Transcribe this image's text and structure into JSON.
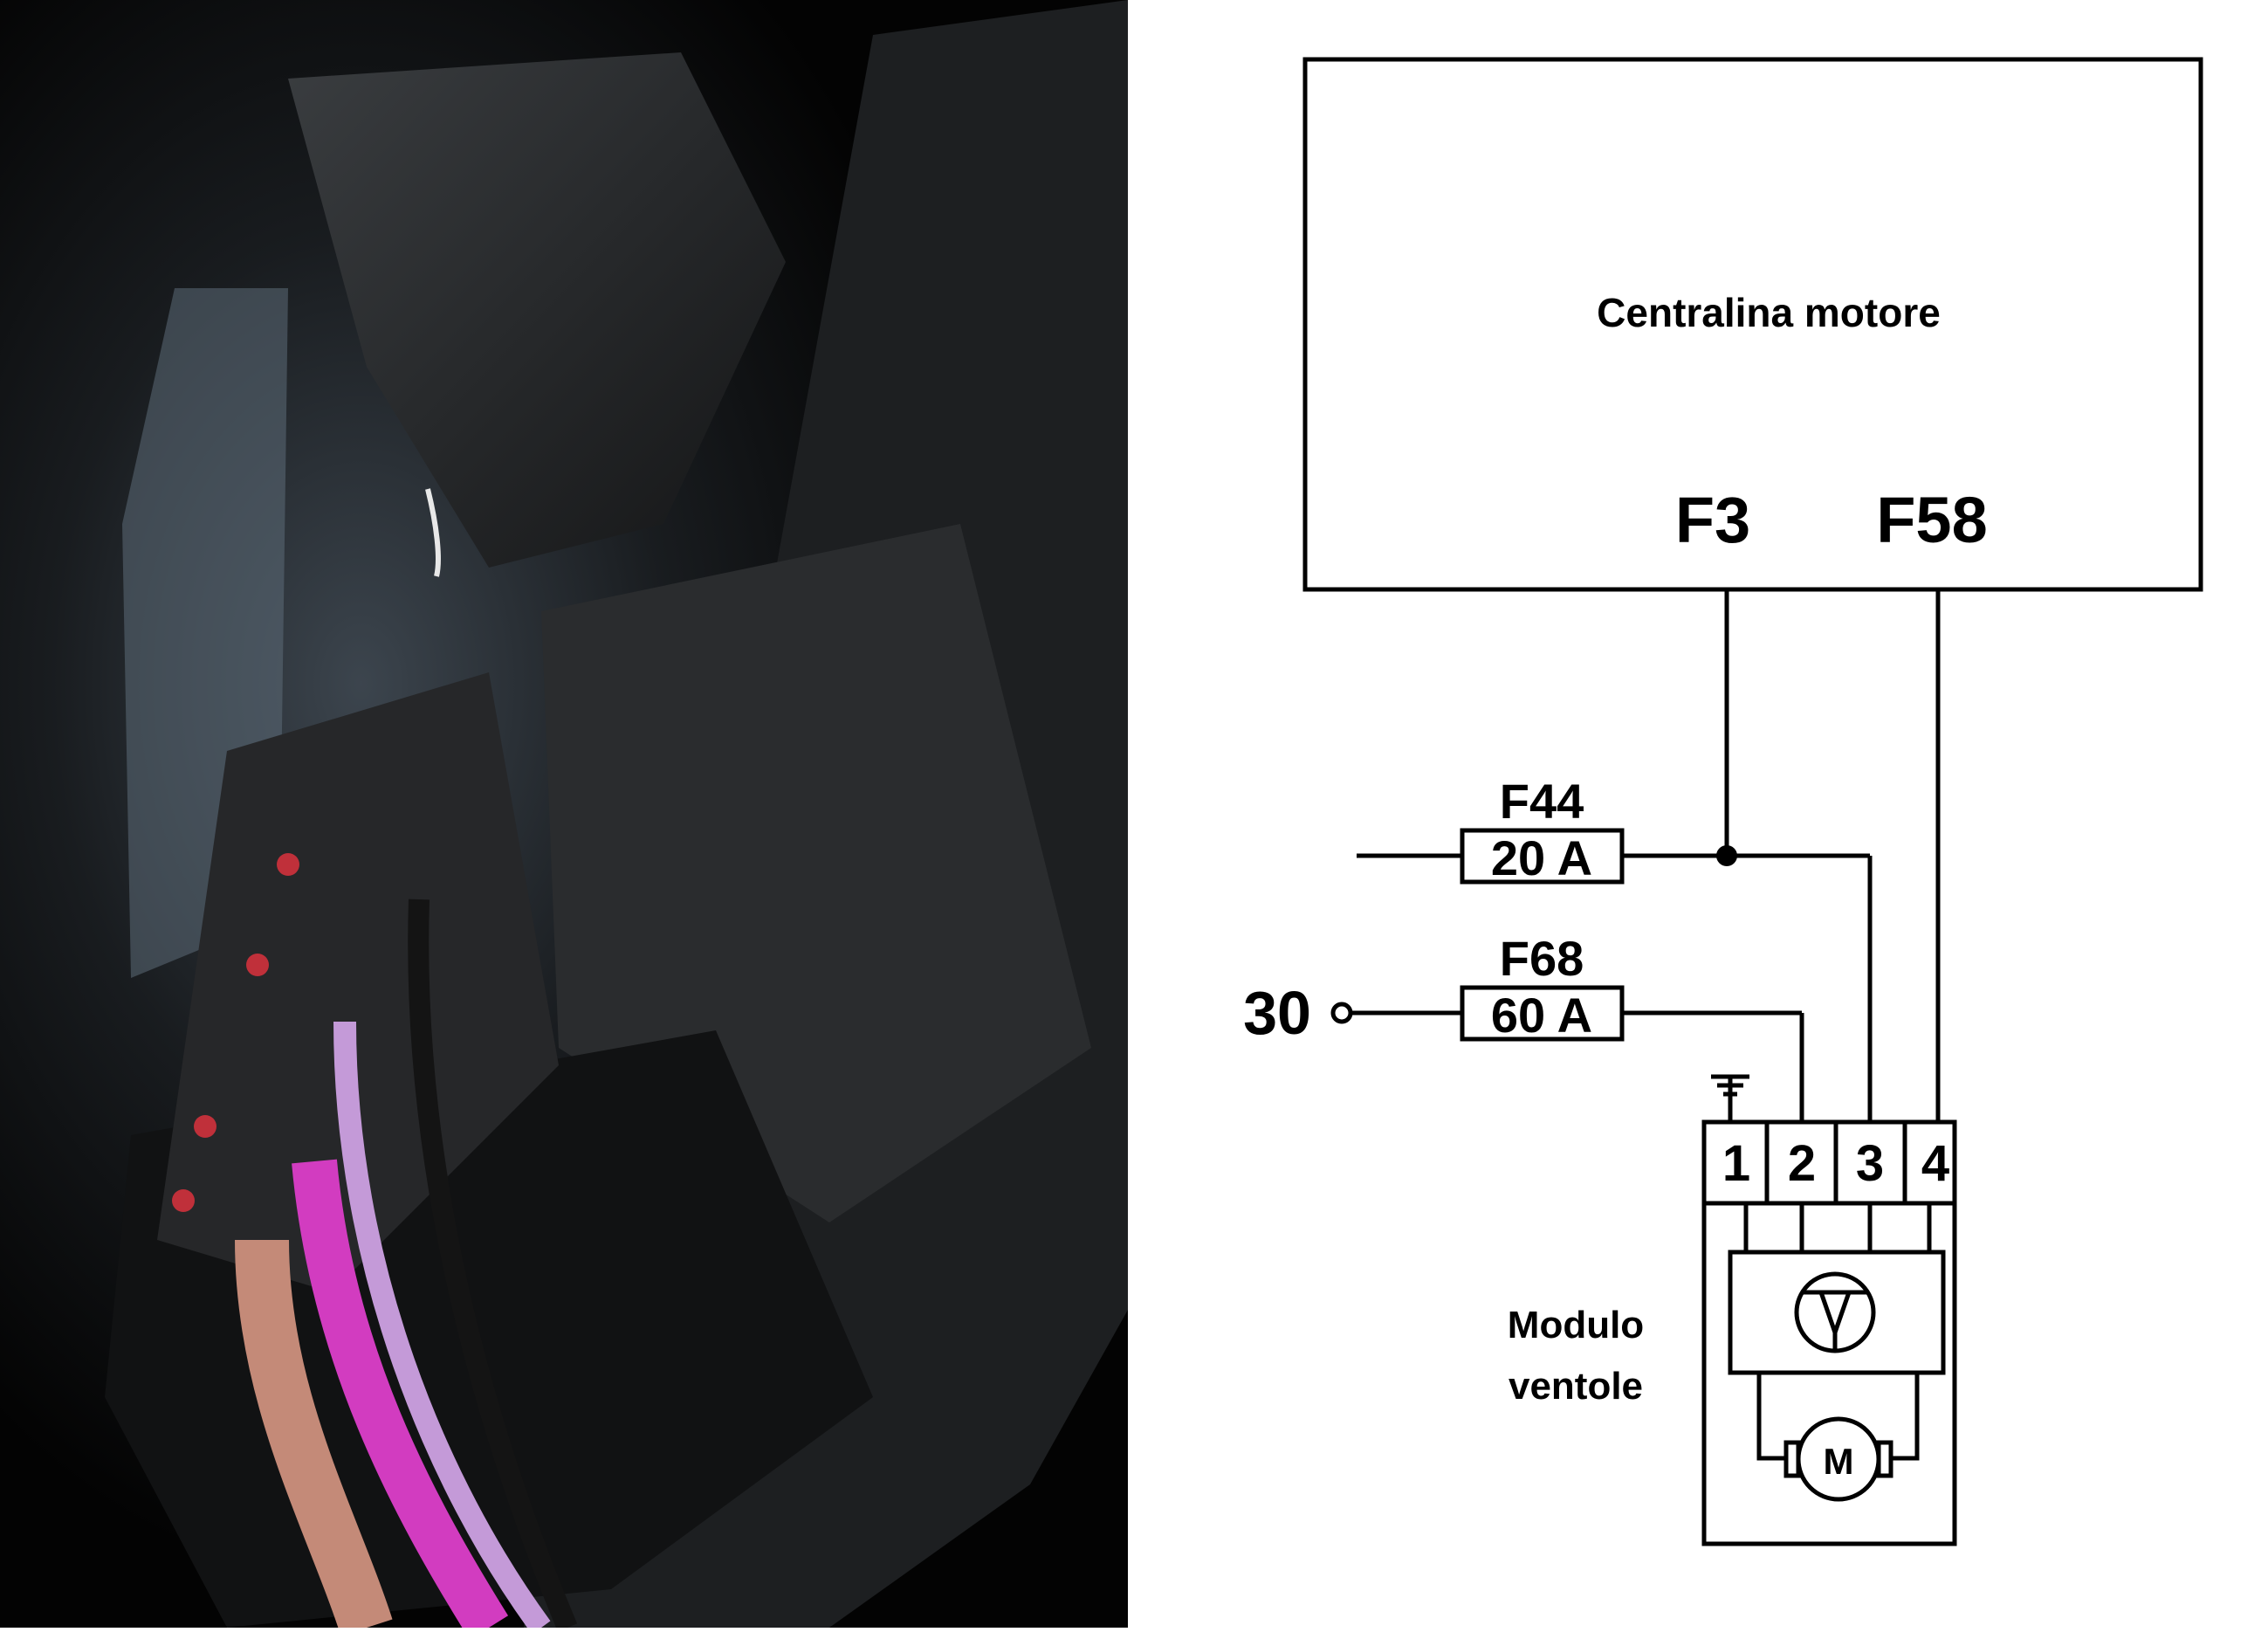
{
  "photo": {
    "subject": "fan-module-connector-photo"
  },
  "diagram": {
    "ecu": {
      "label": "Centralina motore",
      "pin_f3": "F3",
      "pin_f58": "F58"
    },
    "fuse_f44": {
      "name": "F44",
      "rating": "20 A"
    },
    "fuse_f68": {
      "name": "F68",
      "rating": "60 A"
    },
    "supply_terminal": "30",
    "module": {
      "label_line1": "Modulo",
      "label_line2": "ventole",
      "pins": [
        "1",
        "2",
        "3",
        "4"
      ],
      "motor_symbol": "M"
    }
  }
}
